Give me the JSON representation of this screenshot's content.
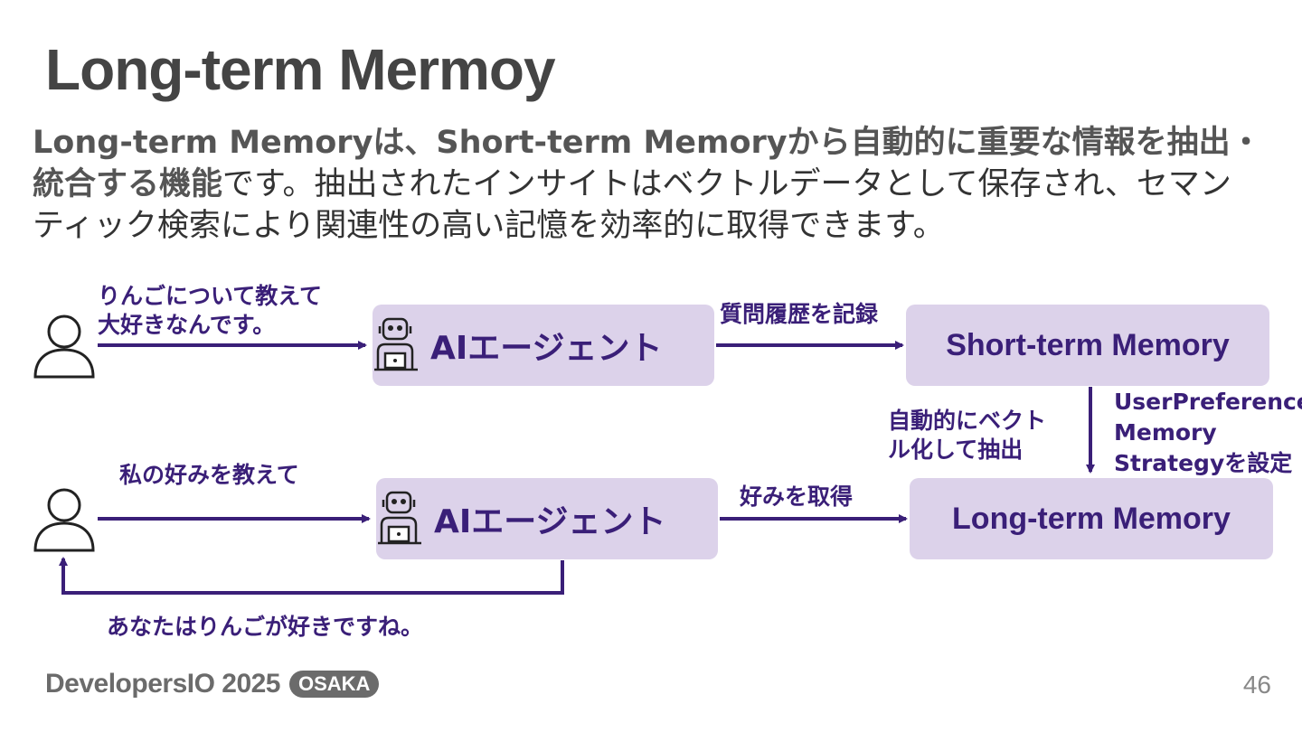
{
  "slide": {
    "title": "Long-term Mermoy",
    "description_bold": "Long-term Memoryは、Short-term Memoryから自動的に重要な情報を抽出・統合する機能",
    "description_rest": "です。抽出されたインサイトはベクトルデータとして保存され、セマンティック検索により関連性の高い記憶を効率的に取得できます。",
    "page_number": "46"
  },
  "diagram": {
    "top_user_message": "りんごについて教えて\n大好きなんです。",
    "top_agent_label": "AIエージェント",
    "record_history_label": "質問履歴を記録",
    "short_term_memory_label": "Short-term Memory",
    "vectorize_label": "自動的にベクト\nル化して抽出",
    "strategy_label": "UserPreference\nMemory\nStrategyを設定",
    "long_term_memory_label": "Long-term Memory",
    "bottom_user_message": "私の好みを教えて",
    "bottom_agent_label": "AIエージェント",
    "fetch_preference_label": "好みを取得",
    "agent_reply": "あなたはりんごが好きですね。"
  },
  "footer": {
    "brand": "DevelopersIO 2025",
    "badge": "OSAKA"
  },
  "colors": {
    "accent": "#3a1f78",
    "box_fill": "#dcd2ea",
    "title": "#444444"
  }
}
